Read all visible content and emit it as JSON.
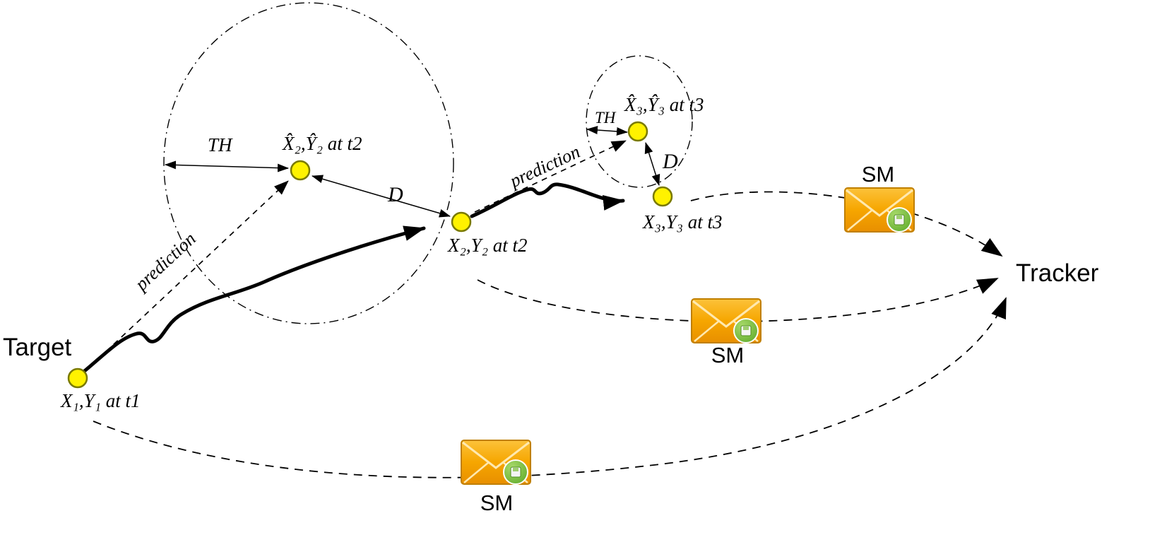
{
  "colors": {
    "background": "#ffffff",
    "stroke": "#000000",
    "dot_fill": "#fff200",
    "dot_stroke": "#7a7a00",
    "envelope_orange": "#f5a200",
    "envelope_highlight": "#ffe9b0",
    "badge_green": "#76b82a"
  },
  "icons": {
    "message": "envelope-with-save-badge-icon"
  },
  "labels": {
    "target": "Target",
    "tracker": "Tracker",
    "sm": "SM",
    "prediction": "prediction",
    "th": "TH",
    "d": "D",
    "point_t1": "X₁,Y₁ at t1",
    "actual_t2": "X₂,Y₂ at t2",
    "predicted_t2": "X̂₂,Ŷ₂ at t2",
    "actual_t3": "X₃,Y₃ at t3",
    "predicted_t3": "X̂₃,Ŷ₃ at t3"
  }
}
